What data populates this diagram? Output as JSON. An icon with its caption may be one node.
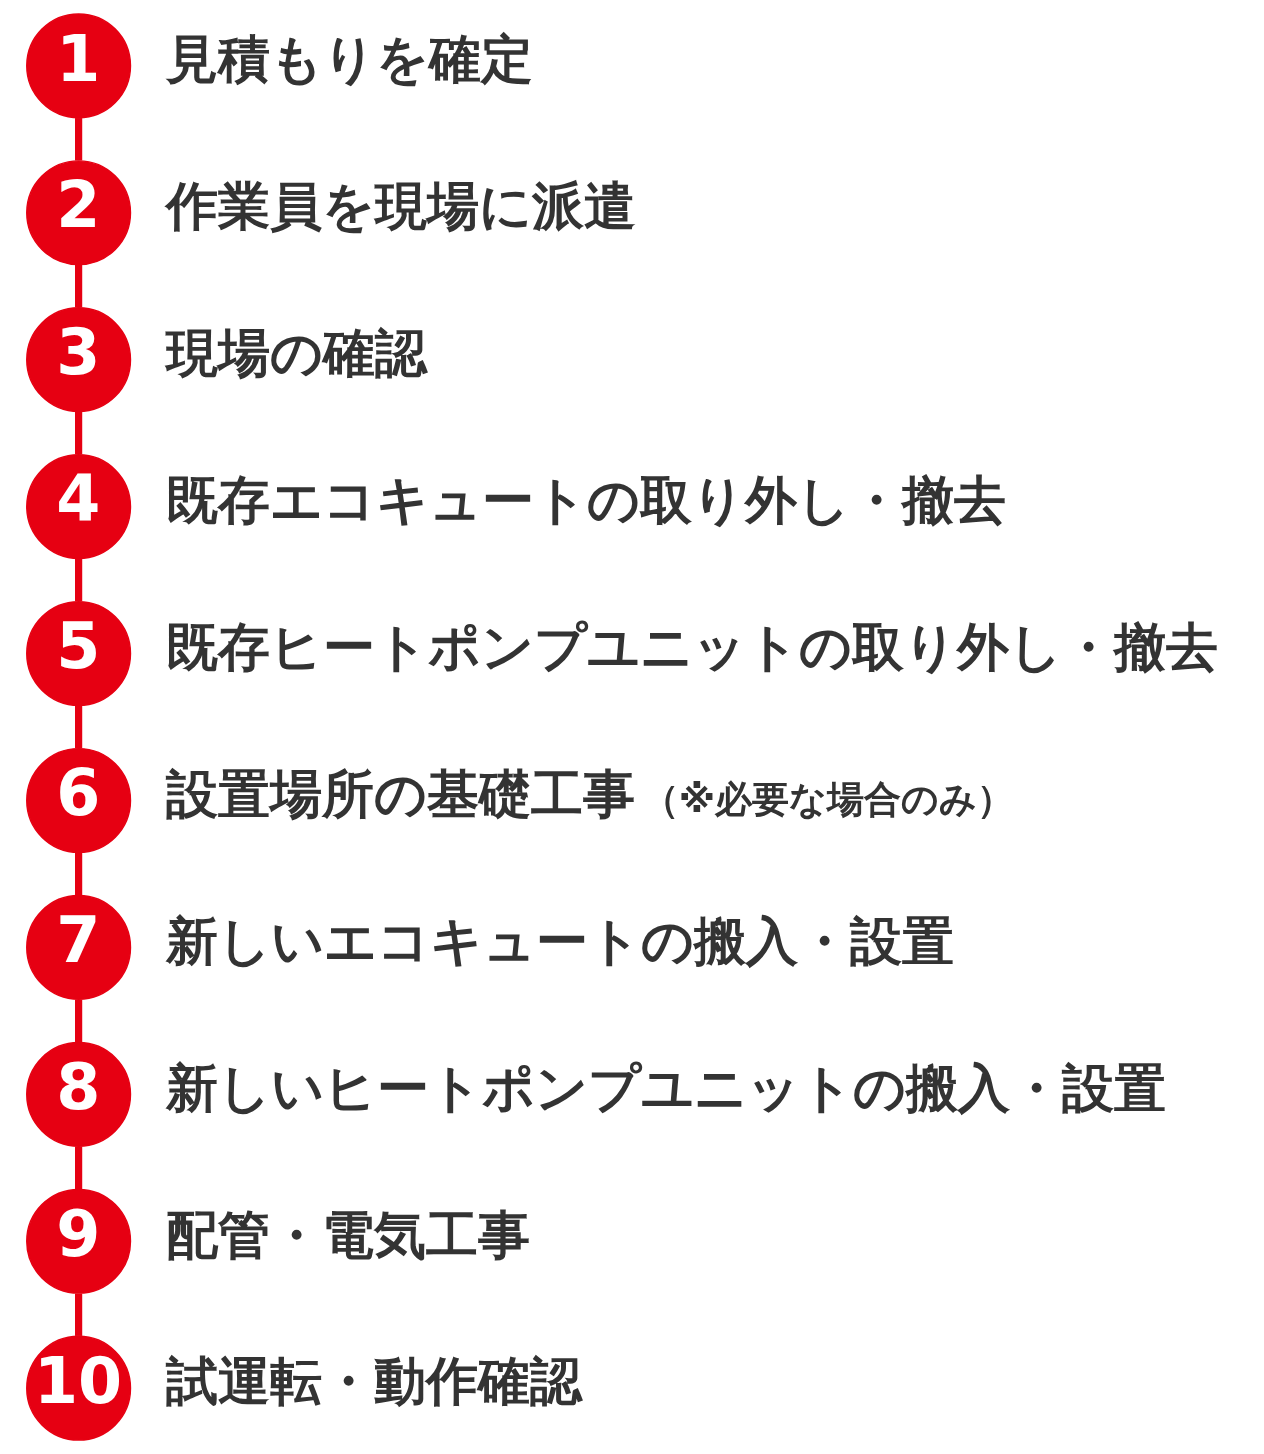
{
  "diagram": {
    "nodes": [
      {
        "text": [
          "1"
        ],
        "beside": [
          "見積もりを確定"
        ]
      },
      {
        "text": [
          "2"
        ],
        "beside": [
          "作業員を現場に派遣"
        ]
      },
      {
        "text": [
          "3"
        ],
        "beside": [
          "現場の確認"
        ]
      },
      {
        "text": [
          "4"
        ],
        "beside": [
          "既存エコキュートの取り外し・撤去"
        ]
      },
      {
        "text": [
          "5"
        ],
        "beside": [
          "既存ヒートポンプユニットの取り外し・撤去"
        ]
      },
      {
        "text": [
          "6"
        ],
        "beside": [
          "設置場所の基礎工事",
          "（※必要な場合のみ）"
        ]
      },
      {
        "text": [
          "7"
        ],
        "beside": [
          "新しいエコキュートの搬入・設置"
        ]
      },
      {
        "text": [
          "8"
        ],
        "beside": [
          "新しいヒートポンプユニットの搬入・設置"
        ]
      },
      {
        "text": [
          "9"
        ],
        "beside": [
          "配管・電気工事"
        ]
      },
      {
        "text": [
          "10"
        ],
        "beside": [
          "試運転・動作確認"
        ]
      }
    ],
    "edges": [
      {
        "from": 0,
        "to": 1,
        "arrow": "none"
      },
      {
        "from": 1,
        "to": 2,
        "arrow": "none"
      },
      {
        "from": 2,
        "to": 3,
        "arrow": "none"
      },
      {
        "from": 3,
        "to": 4,
        "arrow": "none"
      },
      {
        "from": 4,
        "to": 5,
        "arrow": "none"
      },
      {
        "from": 5,
        "to": 6,
        "arrow": "none"
      },
      {
        "from": 6,
        "to": 7,
        "arrow": "none"
      },
      {
        "from": 7,
        "to": 8,
        "arrow": "none"
      },
      {
        "from": 8,
        "to": 9,
        "arrow": "none"
      }
    ]
  }
}
